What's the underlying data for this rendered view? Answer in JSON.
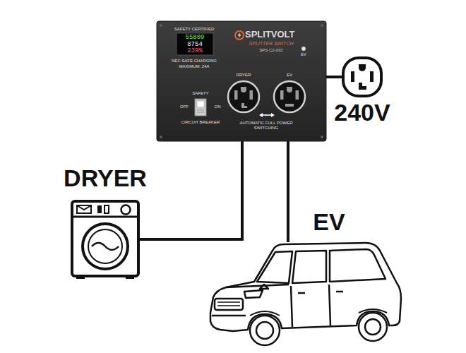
{
  "diagram": {
    "nodes": [
      {
        "text": [
          "SAFETY CERTIFIED",
          "55809",
          "8754",
          "239%",
          "NEC SAFE CHARGING",
          "MAXIMUM: 24A",
          "SPLITVOLT",
          "SPLITTER SWITCH",
          "SPS C2-032",
          "EV",
          "DRYER",
          "EV",
          "SAFETY",
          "OFF",
          "ON",
          "CIRCUIT BREAKER",
          "AUTOMATIC FULL POWER SWITCHING"
        ]
      },
      {
        "text": [
          "240V"
        ]
      },
      {
        "text": [
          "DRYER"
        ]
      },
      {
        "text": [
          "EV"
        ]
      }
    ],
    "edges": [
      {
        "from": 0,
        "to": 1,
        "arrow": "none"
      },
      {
        "from": 0,
        "to": 2,
        "arrow": "none"
      },
      {
        "from": 0,
        "to": 3,
        "arrow": "none"
      }
    ]
  }
}
